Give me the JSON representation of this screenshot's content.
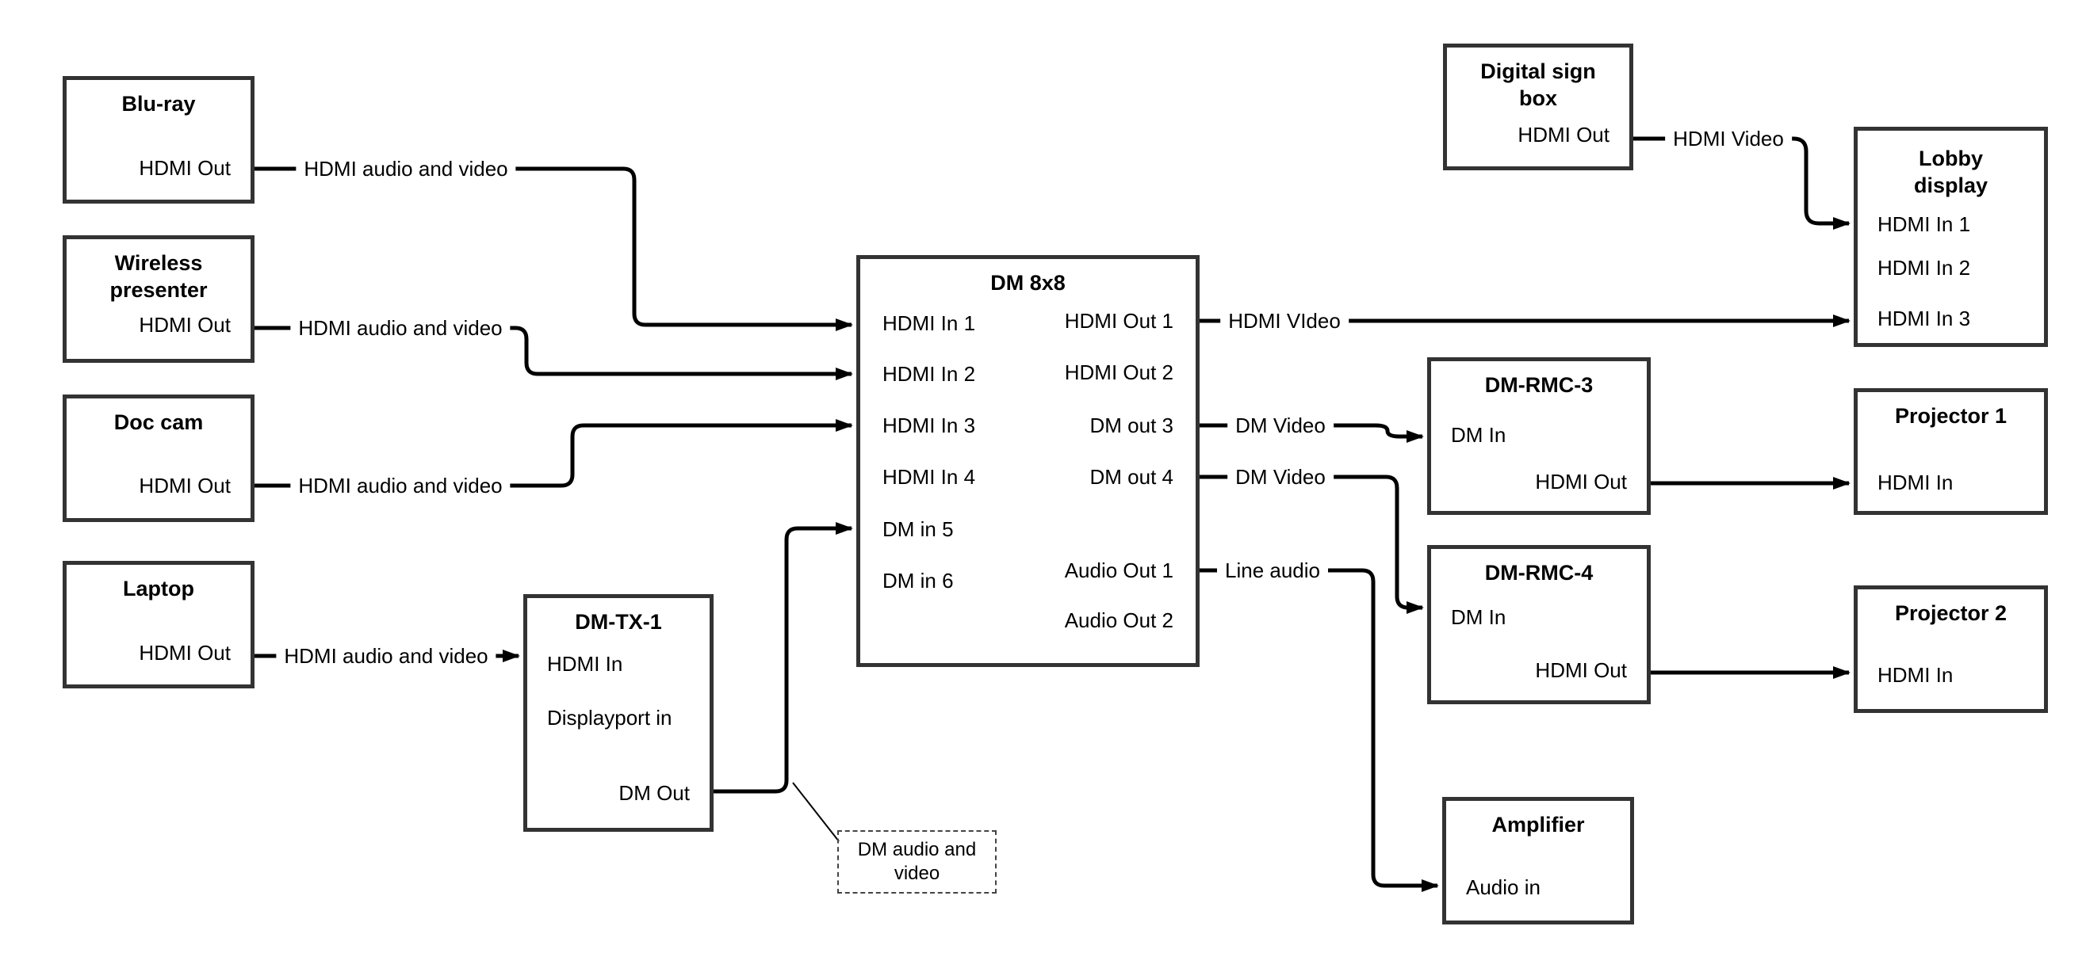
{
  "boxes": {
    "bluray": {
      "title": "Blu-ray",
      "ports": [
        "HDMI Out"
      ]
    },
    "wireless": {
      "title": "Wireless presenter",
      "ports": [
        "HDMI Out"
      ]
    },
    "doccam": {
      "title": "Doc cam",
      "ports": [
        "HDMI Out"
      ]
    },
    "laptop": {
      "title": "Laptop",
      "ports": [
        "HDMI Out"
      ]
    },
    "dmtx1": {
      "title": "DM-TX-1",
      "ports": [
        "HDMI In",
        "Displayport in",
        "DM Out"
      ]
    },
    "dm8x8": {
      "title": "DM 8x8",
      "ports_left": [
        "HDMI In 1",
        "HDMI In 2",
        "HDMI In 3",
        "HDMI In 4",
        "DM in 5",
        "DM in 6"
      ],
      "ports_right": [
        "HDMI Out 1",
        "HDMI Out 2",
        "DM out 3",
        "DM out 4",
        "Audio Out 1",
        "Audio Out 2"
      ]
    },
    "digitalsign": {
      "title": "Digital sign box",
      "ports": [
        "HDMI Out"
      ]
    },
    "lobby": {
      "title": "Lobby display",
      "ports": [
        "HDMI In 1",
        "HDMI In 2",
        "HDMI In 3"
      ]
    },
    "dmrmc3": {
      "title": "DM-RMC-3",
      "ports": [
        "DM In",
        "HDMI Out"
      ]
    },
    "projector1": {
      "title": "Projector 1",
      "ports": [
        "HDMI In"
      ]
    },
    "dmrmc4": {
      "title": "DM-RMC-4",
      "ports": [
        "DM In",
        "HDMI Out"
      ]
    },
    "projector2": {
      "title": "Projector 2",
      "ports": [
        "HDMI In"
      ]
    },
    "amplifier": {
      "title": "Amplifier",
      "ports": [
        "Audio in"
      ]
    }
  },
  "wire_labels": {
    "bluray_to_dm": "HDMI audio and video",
    "wireless_to_dm": "HDMI audio and video",
    "doccam_to_dm": "HDMI audio and video",
    "laptop_to_tx": "HDMI audio and video",
    "hdmi_out1": "HDMI VIdeo",
    "dm_out3": "DM Video",
    "dm_out4": "DM Video",
    "audio_out1": "Line audio",
    "digitalsign_to_lobby": "HDMI Video"
  },
  "note": {
    "text": "DM audio and video"
  },
  "colors": {
    "wire": "#000000",
    "border": "#333333",
    "text": "#000000",
    "background": "#ffffff"
  }
}
